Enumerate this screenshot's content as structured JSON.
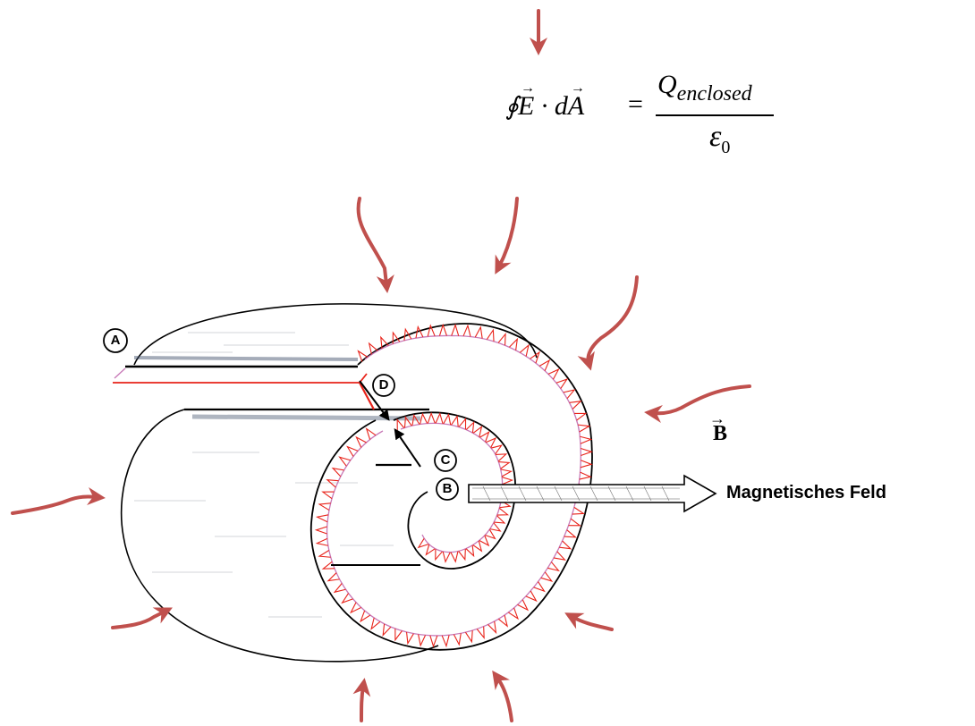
{
  "equation": {
    "integral": "∮",
    "lhs": "E · dA",
    "equals": "=",
    "numerator": "Q",
    "numerator_sub": "enclosed",
    "denominator": "ε",
    "denominator_sub": "0"
  },
  "labels": {
    "A": "A",
    "B": "B",
    "C": "C",
    "D": "D",
    "b_vector": "B",
    "magnetic_field": "Magnetisches Feld"
  },
  "colors": {
    "arrow_red": "#c0504d",
    "surface_red": "#e8231a",
    "ink": "#000000",
    "pink": "#c87ab8",
    "shade": "#3a4a66"
  },
  "icons": {
    "field_arrow": "hollow-right-arrow-icon",
    "inflow_arrow": "curved-arrow-icon"
  }
}
